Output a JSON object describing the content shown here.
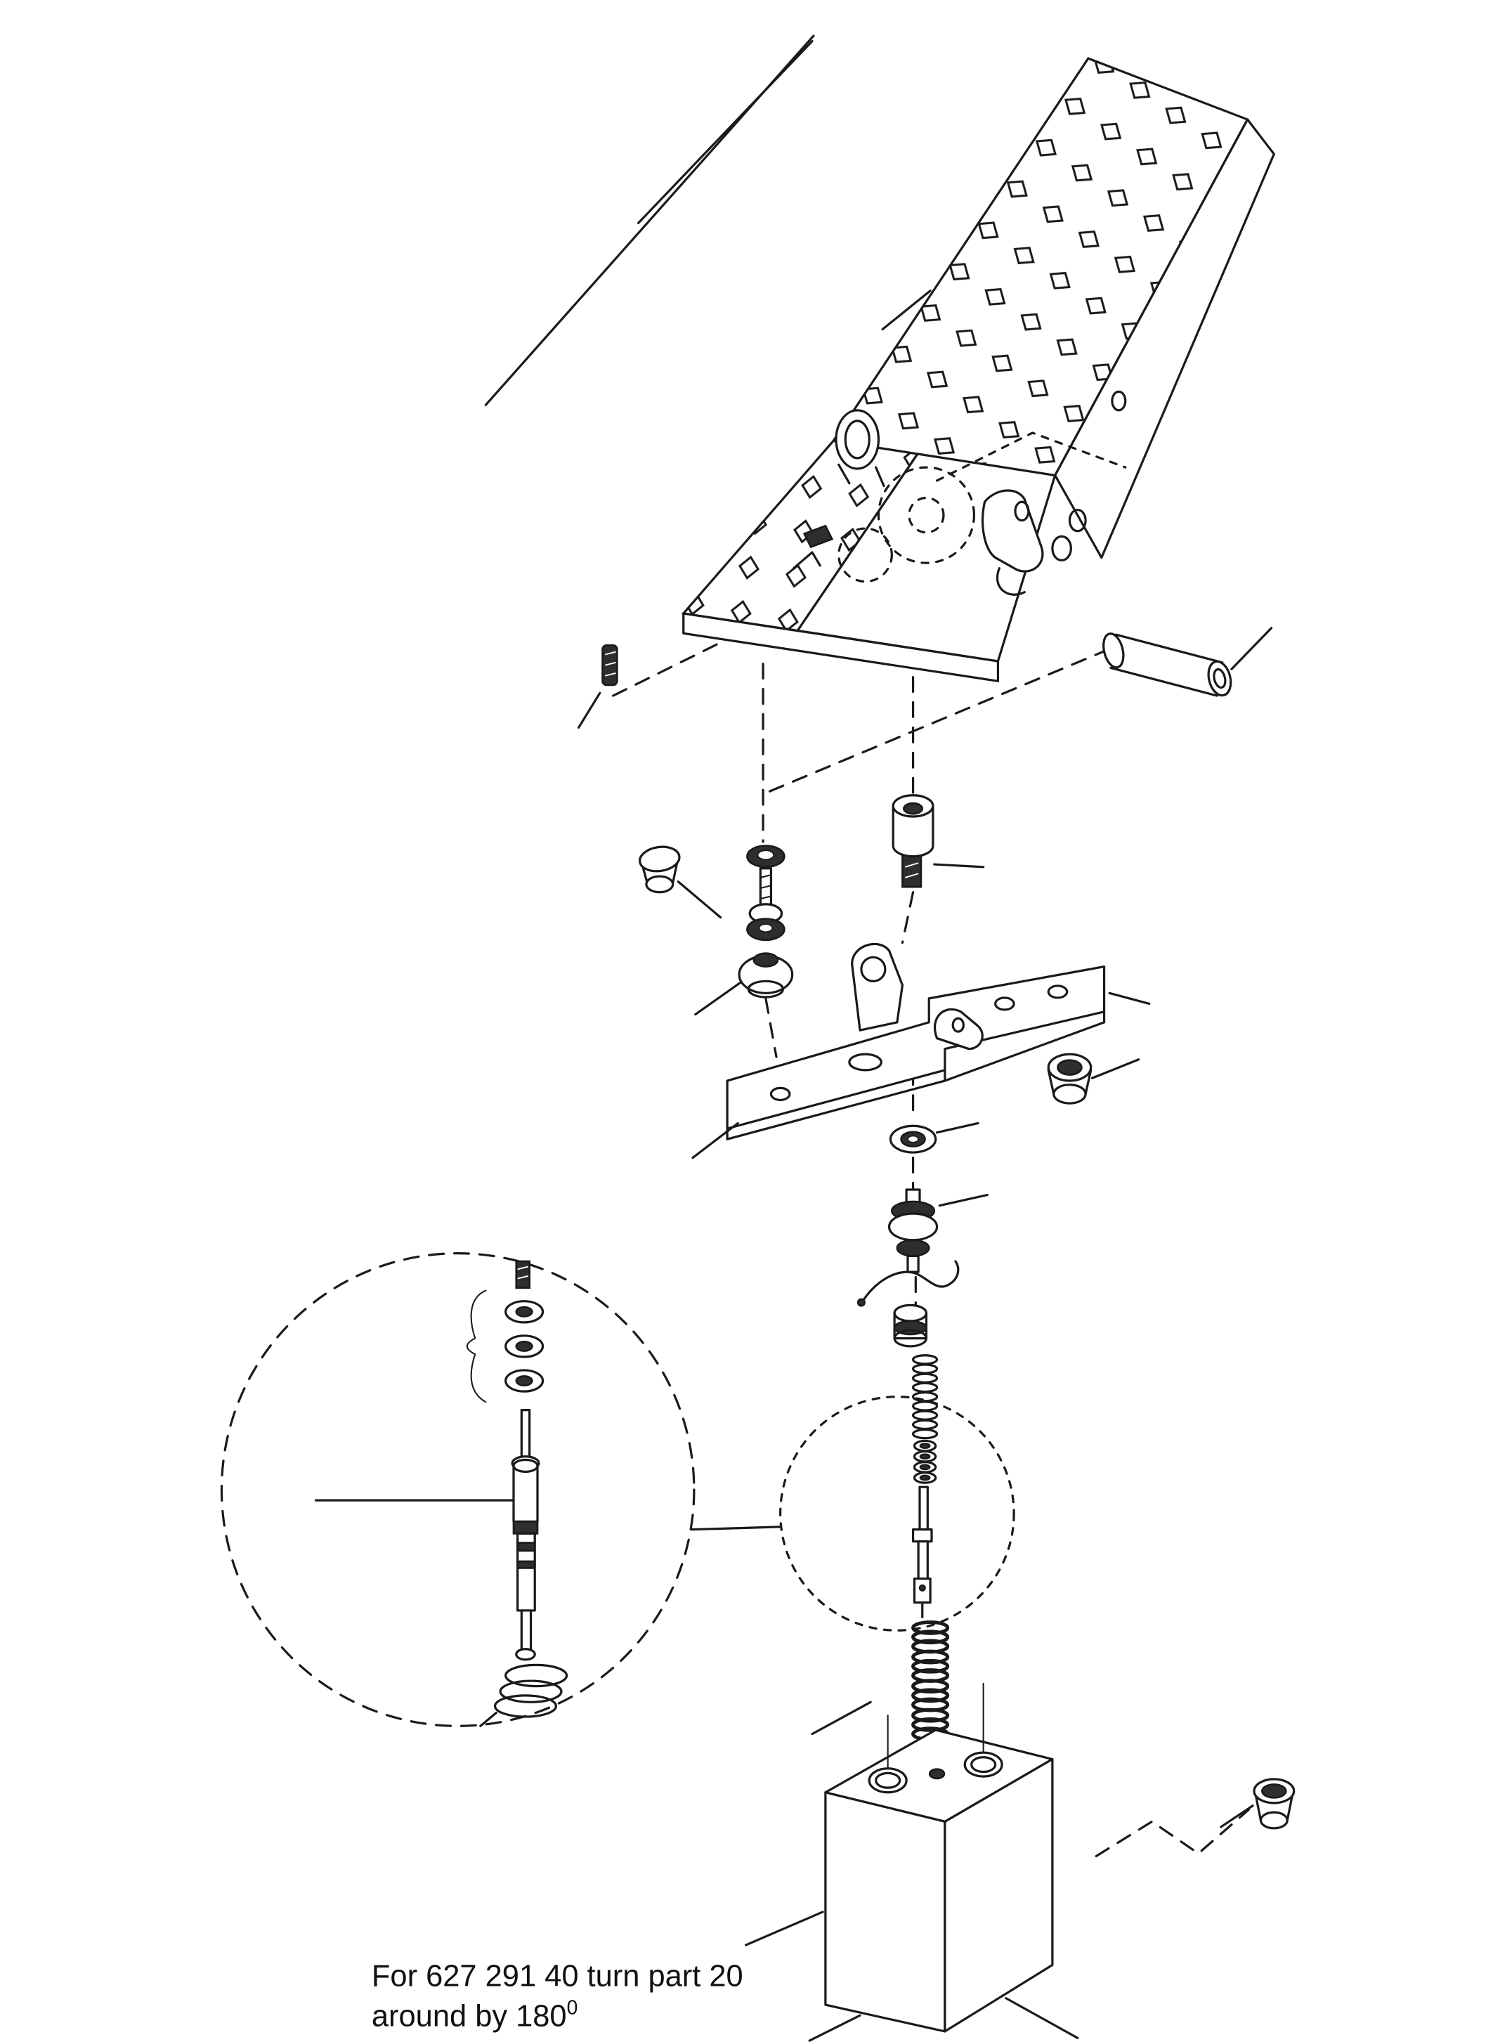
{
  "colors": {
    "line": "#1a1a1a",
    "dark": "#2e2e2e",
    "background": "#ffffff"
  },
  "note": {
    "line1": "For 627 291 40 turn part 20",
    "line2": "around by 180",
    "superscript": "0"
  }
}
